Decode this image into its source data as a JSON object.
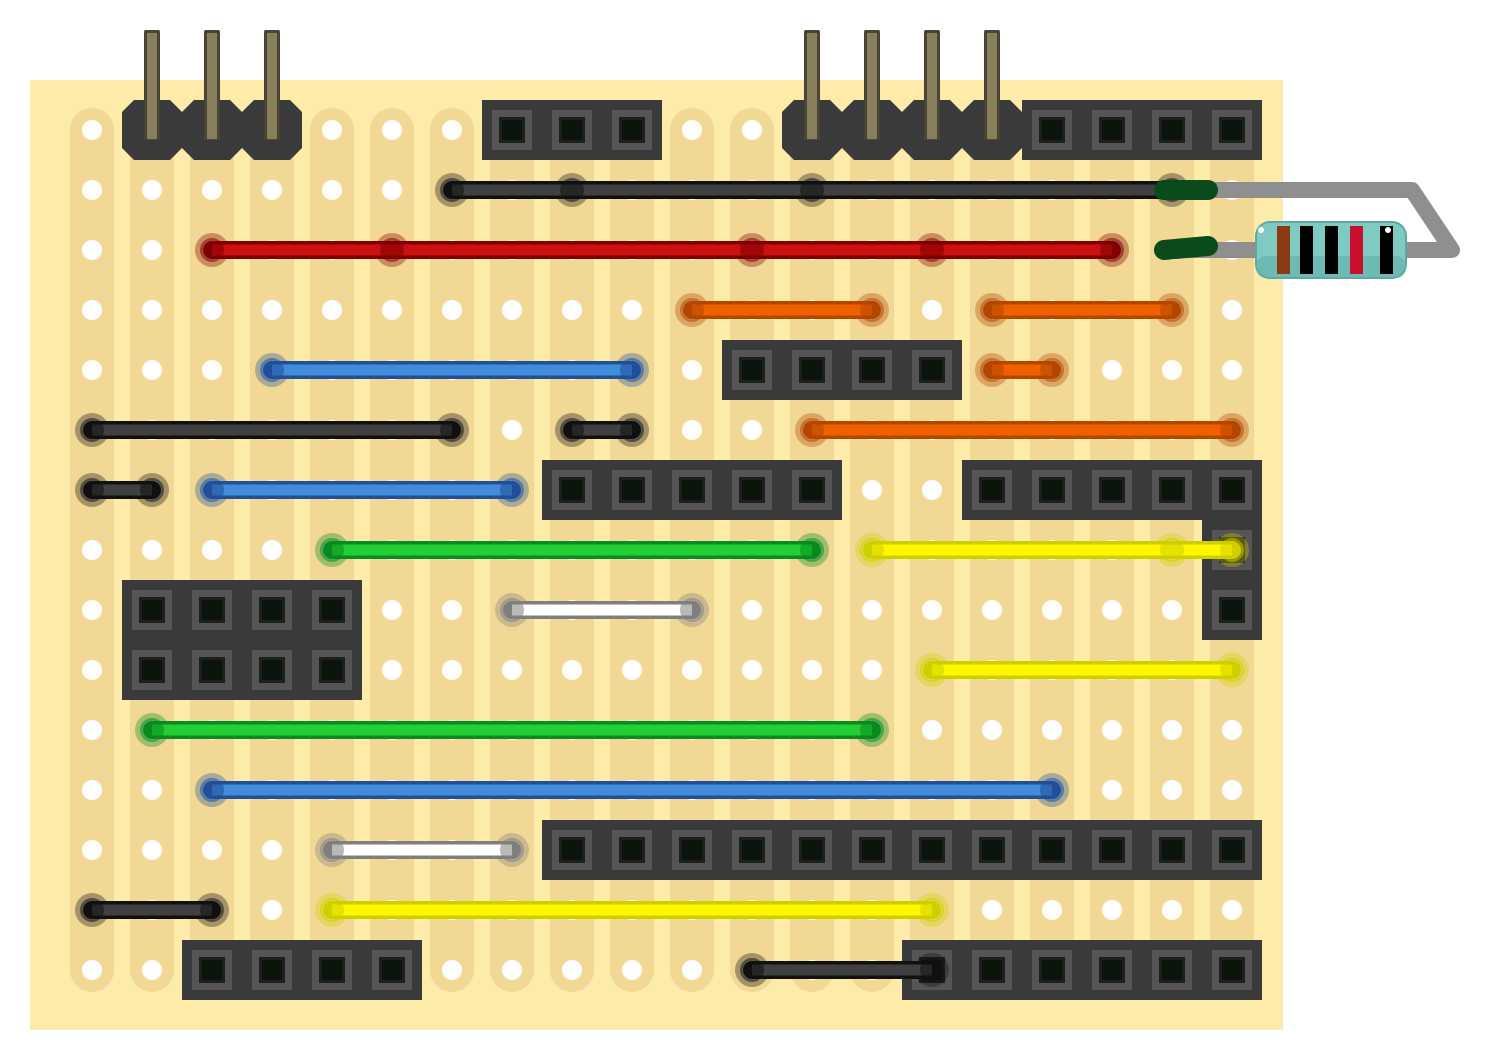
{
  "board": {
    "type": "stripboard",
    "columns": 20,
    "rows": 15,
    "colors": {
      "board": "#FCEBA9",
      "strip": "#F1D995",
      "hole": "#ffffff",
      "header": "#3A3A3A",
      "pin": "#8A7F5C"
    }
  },
  "pin_headers": [
    {
      "row": 0,
      "col_start": 1,
      "count": 3
    },
    {
      "row": 0,
      "col_start": 12,
      "count": 4
    }
  ],
  "female_headers": [
    {
      "row": 0,
      "col_start": 7,
      "rows": 1,
      "cols": 3
    },
    {
      "row": 0,
      "col_start": 16,
      "rows": 1,
      "cols": 4
    },
    {
      "row": 4,
      "col_start": 11,
      "rows": 1,
      "cols": 4
    },
    {
      "row": 6,
      "col_start": 8,
      "rows": 1,
      "cols": 5
    },
    {
      "row": 6,
      "col_start": 15,
      "rows": 1,
      "cols": 5
    },
    {
      "row": 7,
      "col_start": 19,
      "rows": 2,
      "cols": 1
    },
    {
      "row": 8,
      "col_start": 1,
      "rows": 2,
      "cols": 4
    },
    {
      "row": 12,
      "col_start": 8,
      "rows": 1,
      "cols": 12
    },
    {
      "row": 14,
      "col_start": 2,
      "rows": 1,
      "cols": 4
    },
    {
      "row": 14,
      "col_start": 14,
      "rows": 1,
      "cols": 6
    }
  ],
  "wires": [
    {
      "row": 1,
      "from": 6,
      "to": 18,
      "color": "black",
      "via": [
        8,
        12
      ]
    },
    {
      "row": 2,
      "from": 2,
      "to": 17,
      "color": "red",
      "via": [
        5,
        11,
        14
      ]
    },
    {
      "row": 3,
      "from": 10,
      "to": 13,
      "color": "orange"
    },
    {
      "row": 3,
      "from": 15,
      "to": 18,
      "color": "orange"
    },
    {
      "row": 4,
      "from": 3,
      "to": 9,
      "color": "blue"
    },
    {
      "row": 4,
      "from": 15,
      "to": 16,
      "color": "orange"
    },
    {
      "row": 5,
      "from": 0,
      "to": 6,
      "color": "black"
    },
    {
      "row": 5,
      "from": 8,
      "to": 9,
      "color": "black"
    },
    {
      "row": 5,
      "from": 12,
      "to": 19,
      "color": "orange"
    },
    {
      "row": 6,
      "from": 0,
      "to": 1,
      "color": "black"
    },
    {
      "row": 6,
      "from": 2,
      "to": 7,
      "color": "blue"
    },
    {
      "row": 7,
      "from": 4,
      "to": 12,
      "color": "green"
    },
    {
      "row": 7,
      "from": 13,
      "to": 19,
      "color": "yellow",
      "via": [
        18
      ]
    },
    {
      "row": 8,
      "from": 7,
      "to": 10,
      "color": "white"
    },
    {
      "row": 9,
      "from": 14,
      "to": 19,
      "color": "yellow"
    },
    {
      "row": 10,
      "from": 1,
      "to": 13,
      "color": "green"
    },
    {
      "row": 11,
      "from": 2,
      "to": 16,
      "color": "blue"
    },
    {
      "row": 12,
      "from": 4,
      "to": 7,
      "color": "white"
    },
    {
      "row": 13,
      "from": 0,
      "to": 2,
      "color": "black"
    },
    {
      "row": 13,
      "from": 4,
      "to": 14,
      "color": "yellow"
    },
    {
      "row": 14,
      "from": 11,
      "to": 14,
      "color": "black"
    }
  ],
  "resistor": {
    "row_top": 1,
    "row_bottom": 2,
    "col": 18,
    "bands": [
      "#8B3A12",
      "#000000",
      "#000000",
      "#C8102E",
      "#000000"
    ],
    "body_color": "#7FCBC4",
    "lead_color": "#8F8F8F",
    "end_color": "#0B4A1A"
  },
  "wire_colors": {
    "black": {
      "outer": "#111111",
      "inner": "#404040"
    },
    "red": {
      "outer": "#7F0000",
      "inner": "#CC1111"
    },
    "orange": {
      "outer": "#B34700",
      "inner": "#EF6100"
    },
    "blue": {
      "outer": "#1F5099",
      "inner": "#418DD9"
    },
    "green": {
      "outer": "#0A8A20",
      "inner": "#24CF35"
    },
    "yellow": {
      "outer": "#CFCF00",
      "inner": "#FFF700"
    },
    "white": {
      "outer": "#7F7F7F",
      "inner": "#FFFFFF"
    }
  }
}
